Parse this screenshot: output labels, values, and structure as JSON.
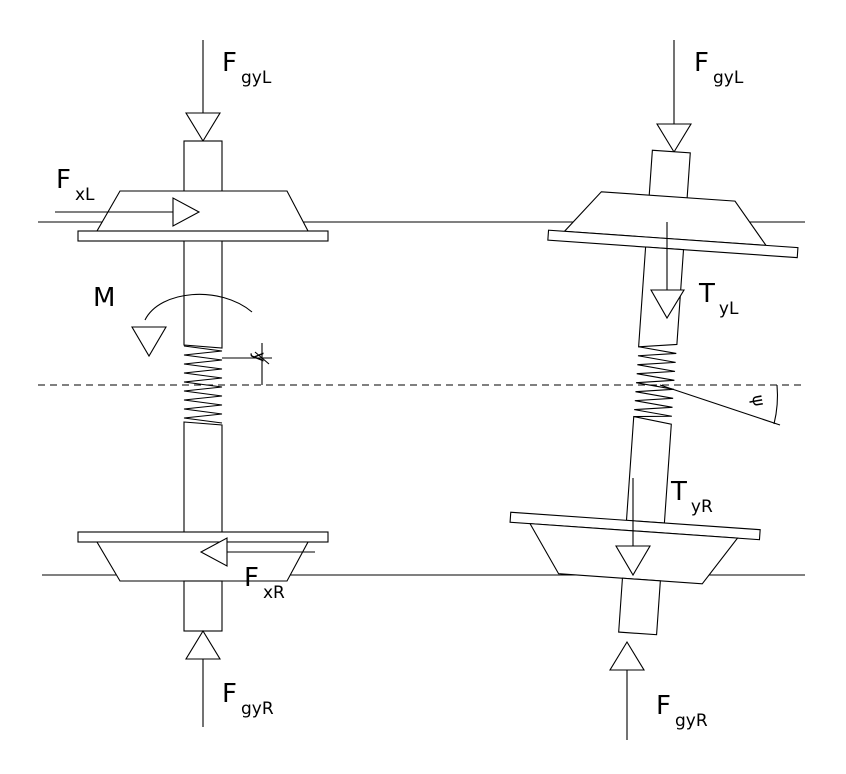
{
  "left": {
    "force_top": {
      "main": "F",
      "sub": "gyL"
    },
    "force_x_top": {
      "main": "F",
      "sub": "xL"
    },
    "moment": {
      "main": "M"
    },
    "offset": {
      "main": "y"
    },
    "force_x_bottom": {
      "main": "F",
      "sub": "xR"
    },
    "force_bottom": {
      "main": "F",
      "sub": "gyR"
    }
  },
  "right": {
    "force_top": {
      "main": "F",
      "sub": "gyL"
    },
    "tension_top": {
      "main": "T",
      "sub": "yL"
    },
    "angle": {
      "main": "ψ"
    },
    "tension_bottom": {
      "main": "T",
      "sub": "yR"
    },
    "force_bottom": {
      "main": "F",
      "sub": "gyR"
    }
  },
  "colors": {
    "stroke": "#000000",
    "background": "#ffffff"
  }
}
